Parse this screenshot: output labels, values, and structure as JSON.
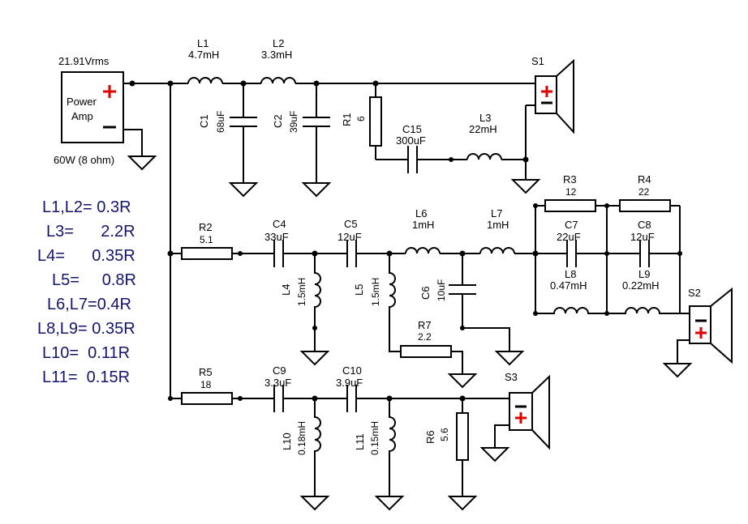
{
  "source": {
    "voltage": "21.91Vrms",
    "name_line1": "Power",
    "name_line2": "Amp",
    "plus": "+",
    "rating": "60W (8 ohm)"
  },
  "components": {
    "L1": {
      "ref": "L1",
      "value": "4.7mH"
    },
    "L2": {
      "ref": "L2",
      "value": "3.3mH"
    },
    "C1": {
      "ref": "C1",
      "value": "68uF"
    },
    "C2": {
      "ref": "C2",
      "value": "39uF"
    },
    "R1": {
      "ref": "R1",
      "value": "6"
    },
    "C15": {
      "ref": "C15",
      "value": "300uF"
    },
    "L3": {
      "ref": "L3",
      "value": "22mH"
    },
    "S1": {
      "ref": "S1"
    },
    "R2": {
      "ref": "R2",
      "value": "5.1"
    },
    "C4": {
      "ref": "C4",
      "value": "33uF"
    },
    "C5": {
      "ref": "C5",
      "value": "12uF"
    },
    "L4": {
      "ref": "L4",
      "value": "1.5mH"
    },
    "L5": {
      "ref": "L5",
      "value": "1.5mH"
    },
    "L6": {
      "ref": "L6",
      "value": "1mH"
    },
    "L7": {
      "ref": "L7",
      "value": "1mH"
    },
    "C6": {
      "ref": "C6",
      "value": "10uF"
    },
    "R7": {
      "ref": "R7",
      "value": "2.2"
    },
    "R3": {
      "ref": "R3",
      "value": "12"
    },
    "R4": {
      "ref": "R4",
      "value": "22"
    },
    "C7": {
      "ref": "C7",
      "value": "22uF"
    },
    "C8": {
      "ref": "C8",
      "value": "12uF"
    },
    "L8": {
      "ref": "L8",
      "value": "0.47mH"
    },
    "L9": {
      "ref": "L9",
      "value": "0.22mH"
    },
    "S2": {
      "ref": "S2"
    },
    "R5": {
      "ref": "R5",
      "value": "18"
    },
    "C9": {
      "ref": "C9",
      "value": "3.3uF"
    },
    "C10": {
      "ref": "C10",
      "value": "3.9uF"
    },
    "L10": {
      "ref": "L10",
      "value": "0.18mH"
    },
    "L11": {
      "ref": "L11",
      "value": "0.15mH"
    },
    "R6": {
      "ref": "R6",
      "value": "5.6"
    },
    "S3": {
      "ref": "S3"
    }
  },
  "notes": [
    "L1,L2= 0.3R",
    "L3=      2.2R",
    "L4=      0.35R",
    "L5=     0.8R",
    "L6,L7=0.4R",
    "L8,L9= 0.35R",
    "L10=  0.11R",
    "L11=  0.15R"
  ]
}
